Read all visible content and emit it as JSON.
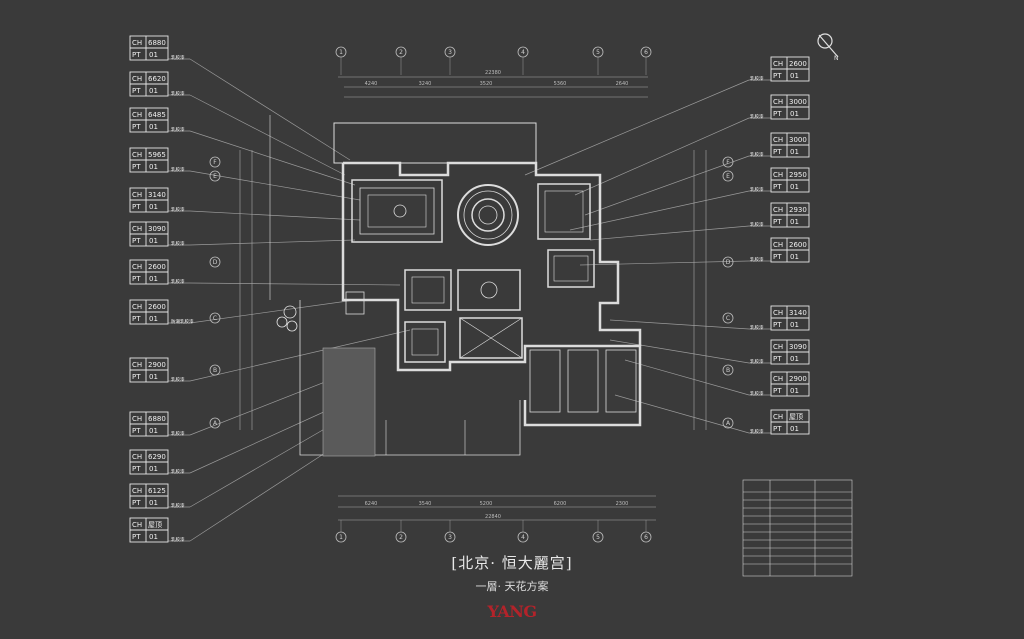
{
  "title": "[北京· 恒大麗宫]",
  "subtitle": "一層· 天花方案",
  "logo": "YANG",
  "left_tags": [
    {
      "h": "6880",
      "pt": "01",
      "note": "乳胶漆"
    },
    {
      "h": "6620",
      "pt": "01",
      "note": "乳胶漆"
    },
    {
      "h": "6485",
      "pt": "01",
      "note": "乳胶漆"
    },
    {
      "h": "5965",
      "pt": "01",
      "note": "乳胶漆"
    },
    {
      "h": "3140",
      "pt": "01",
      "note": "乳胶漆"
    },
    {
      "h": "3090",
      "pt": "01",
      "note": "乳胶漆"
    },
    {
      "h": "2600",
      "pt": "01",
      "note": "乳胶漆"
    },
    {
      "h": "2600",
      "pt": "01",
      "note": "防潮乳胶漆"
    },
    {
      "h": "2900",
      "pt": "01",
      "note": "乳胶漆"
    },
    {
      "h": "6880",
      "pt": "01",
      "note": "乳胶漆"
    },
    {
      "h": "6290",
      "pt": "01",
      "note": "乳胶漆"
    },
    {
      "h": "6125",
      "pt": "01",
      "note": "乳胶漆"
    },
    {
      "h": "屋顶",
      "pt": "01",
      "note": "乳胶漆"
    }
  ],
  "right_tags": [
    {
      "h": "2600",
      "pt": "01",
      "note": "乳胶漆"
    },
    {
      "h": "3000",
      "pt": "01",
      "note": "乳胶漆"
    },
    {
      "h": "3000",
      "pt": "01",
      "note": "乳胶漆"
    },
    {
      "h": "2950",
      "pt": "01",
      "note": "乳胶漆"
    },
    {
      "h": "2930",
      "pt": "01",
      "note": "乳胶漆"
    },
    {
      "h": "2600",
      "pt": "01",
      "note": "乳胶漆"
    },
    {
      "h": "3140",
      "pt": "01",
      "note": "乳胶漆"
    },
    {
      "h": "3090",
      "pt": "01",
      "note": "乳胶漆"
    },
    {
      "h": "2900",
      "pt": "01",
      "note": "乳胶漆"
    },
    {
      "h": "屋顶",
      "pt": "01",
      "note": "乳胶漆"
    }
  ],
  "tag_prefix": {
    "ch": "CH",
    "pt": "PT"
  },
  "column_axes": [
    "1",
    "2",
    "3",
    "4",
    "5",
    "6"
  ],
  "row_axes": [
    "F",
    "E",
    "D",
    "C",
    "B",
    "A"
  ],
  "dims_top": [
    "4240",
    "3240",
    "3520",
    "5360",
    "2640"
  ],
  "dims_top_total": "22380",
  "dims_bottom": [
    "6240",
    "3540",
    "5200",
    "6200",
    "2300"
  ],
  "dims_bottom_total": "22840"
}
